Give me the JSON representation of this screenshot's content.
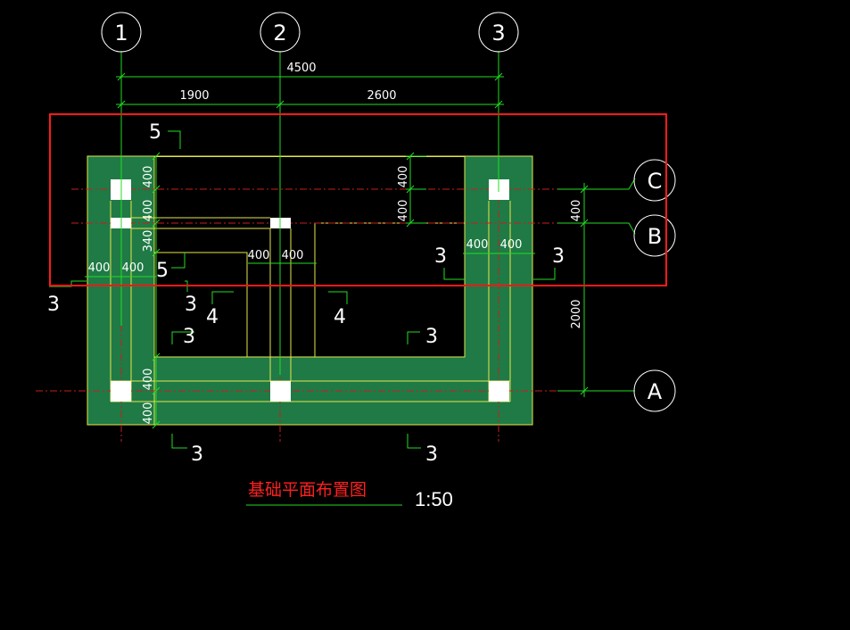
{
  "drawing": {
    "title": "基础平面布置图",
    "scale": "1:50"
  },
  "axes": {
    "numbered": [
      "1",
      "2",
      "3"
    ],
    "lettered": [
      "C",
      "B",
      "A"
    ]
  },
  "dimensions": {
    "overall": "4500",
    "span_1_2": "1900",
    "span_2_3": "2600",
    "right_c_b": "400",
    "right_b_a": "2000",
    "left_top_1": "400",
    "left_top_2": "400",
    "left_340": "340",
    "left_bottom_1": "400",
    "left_bottom_2": "400",
    "inner_top_1": "400",
    "inner_top_2": "400",
    "left_beam_1": "400",
    "left_beam_2": "400",
    "mid_beam_1": "400",
    "mid_beam_2": "400",
    "right_beam_1": "400",
    "right_beam_2": "400"
  },
  "callouts": {
    "c5_top": "5",
    "c5_mid": "5",
    "c3_far_left": "3",
    "c3_left_inner": "3",
    "c4_left": "4",
    "c3_left_low": "3",
    "c4_mid": "4",
    "c3_mid_low": "3",
    "c3_right_inner": "3",
    "c3_far_right": "3",
    "c3_bottom_left": "3",
    "c3_bottom_mid": "3"
  },
  "colors": {
    "background": "#000000",
    "footing_fill": "#1f7a45",
    "outline": "#e6e64a",
    "dim_line": "#22dd22",
    "axis_line": "#c81e1e",
    "highlight_box": "#ff1a1a",
    "column": "#ffffff"
  }
}
